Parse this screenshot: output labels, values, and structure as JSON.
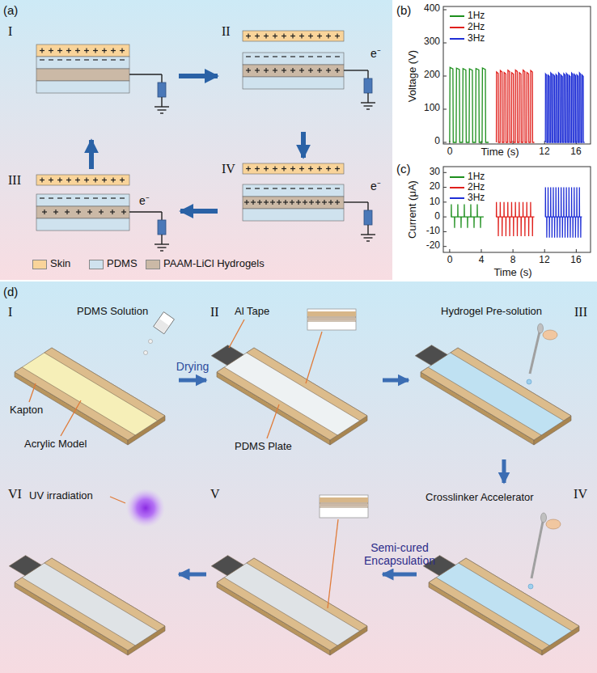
{
  "diagram": {
    "nodes": [
      {
        "text": [
          "I"
        ]
      },
      {
        "text": [
          "II"
        ]
      },
      {
        "text": [
          "III"
        ]
      },
      {
        "text": [
          "IV"
        ]
      },
      {
        "text": [
          "I"
        ]
      },
      {
        "text": [
          "II"
        ]
      },
      {
        "text": [
          "III"
        ]
      },
      {
        "text": [
          "IV"
        ]
      },
      {
        "text": [
          "V"
        ]
      },
      {
        "text": [
          "VI"
        ]
      }
    ],
    "edges": [
      {
        "from": 0,
        "to": 1,
        "arrow": "to"
      },
      {
        "from": 1,
        "to": 3,
        "arrow": "to"
      },
      {
        "from": 3,
        "to": 2,
        "arrow": "to"
      },
      {
        "from": 2,
        "to": 0,
        "arrow": "to"
      },
      {
        "from": 4,
        "to": 5,
        "arrow": "to",
        "label": "Drying"
      },
      {
        "from": 5,
        "to": 6,
        "arrow": "to"
      },
      {
        "from": 6,
        "to": 7,
        "arrow": "to"
      },
      {
        "from": 7,
        "to": 8,
        "arrow": "to",
        "label": "Semi-cured Encapsulation"
      },
      {
        "from": 8,
        "to": 9,
        "arrow": "to"
      }
    ],
    "labels": [
      "(a)",
      "e⁻",
      "e⁻",
      "e⁻",
      "(b)",
      "Voltage (V)",
      "400",
      "300",
      "200",
      "100",
      "0",
      "0",
      "Time (s)",
      "12",
      "16",
      "(c)",
      "Current (μA)",
      "30",
      "20",
      "10",
      "0",
      "-10",
      "-20",
      "0",
      "4",
      "8",
      "12",
      "16",
      "Time (s)",
      "(d)",
      "PDMS Solution",
      "Kapton",
      "Acrylic Model",
      "Al Tape",
      "PDMS Plate",
      "Hydrogel Pre-solution",
      "Crosslinker Accelerator",
      "UV irradiation"
    ],
    "legend": [
      {
        "text": "Skin",
        "color": "#f9d49a"
      },
      {
        "text": "PDMS",
        "color": "#cfe2ee"
      },
      {
        "text": "PAAM-LiCl Hydrogels",
        "color": "#cbb9a6"
      },
      {
        "text": "1Hz"
      },
      {
        "text": "2Hz"
      },
      {
        "text": "3Hz"
      },
      {
        "text": "1Hz"
      },
      {
        "text": "2Hz"
      },
      {
        "text": "3Hz"
      }
    ]
  }
}
